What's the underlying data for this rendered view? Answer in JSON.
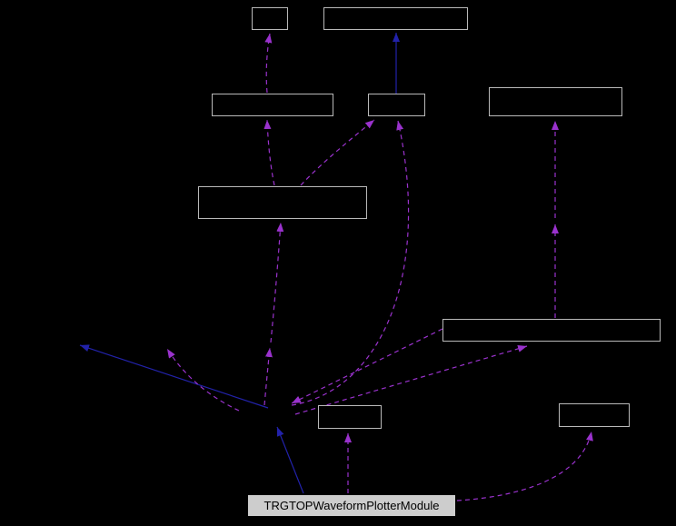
{
  "diagram": {
    "kind": "collaboration-graph",
    "background_color": "#000000",
    "node_border_color": "#b9b9b9",
    "node_fill_color": "#000000",
    "usage_edge_color": "#9a32cd",
    "inheritance_edge_color": "#2222aa",
    "main_node": {
      "label": "TRGTOPWaveformPlotterModule",
      "fill": "#cdcdcd",
      "text_color": "#000000"
    },
    "nodes": [
      {
        "id": "n1",
        "label": ""
      },
      {
        "id": "n2",
        "label": ""
      },
      {
        "id": "n3",
        "label": ""
      },
      {
        "id": "n4",
        "label": ""
      },
      {
        "id": "n5",
        "label": ""
      },
      {
        "id": "n6",
        "label": ""
      },
      {
        "id": "n7",
        "label": ""
      },
      {
        "id": "n8",
        "label": ""
      },
      {
        "id": "n9",
        "label": ""
      }
    ]
  }
}
